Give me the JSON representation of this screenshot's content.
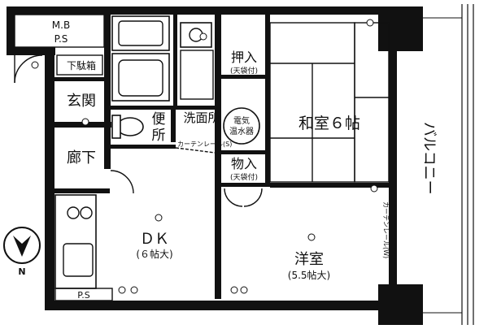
{
  "labels": {
    "mb_ps": [
      "M.B",
      "P.S"
    ],
    "shoe_box": "下駄箱",
    "entrance": "玄関",
    "corridor": "廊下",
    "toilet": [
      "便",
      "所"
    ],
    "washroom": "洗面所",
    "water_heater": [
      "電気",
      "温水器"
    ],
    "closet1": "押入",
    "closet1_note": "(天袋付)",
    "closet2": "物入",
    "closet2_note": "(天袋付)",
    "japanese_room": "和室６帖",
    "curtain_rail_h": "カーテンレール(S)",
    "curtain_rail_v": "カーテンレール(W)",
    "balcony": "バルコニー",
    "dk": "ＤＫ",
    "dk_size": "(６帖大)",
    "western_room": "洋室",
    "western_size": "(5.5帖大)",
    "ps_bottom": "P.S",
    "north": "N"
  }
}
